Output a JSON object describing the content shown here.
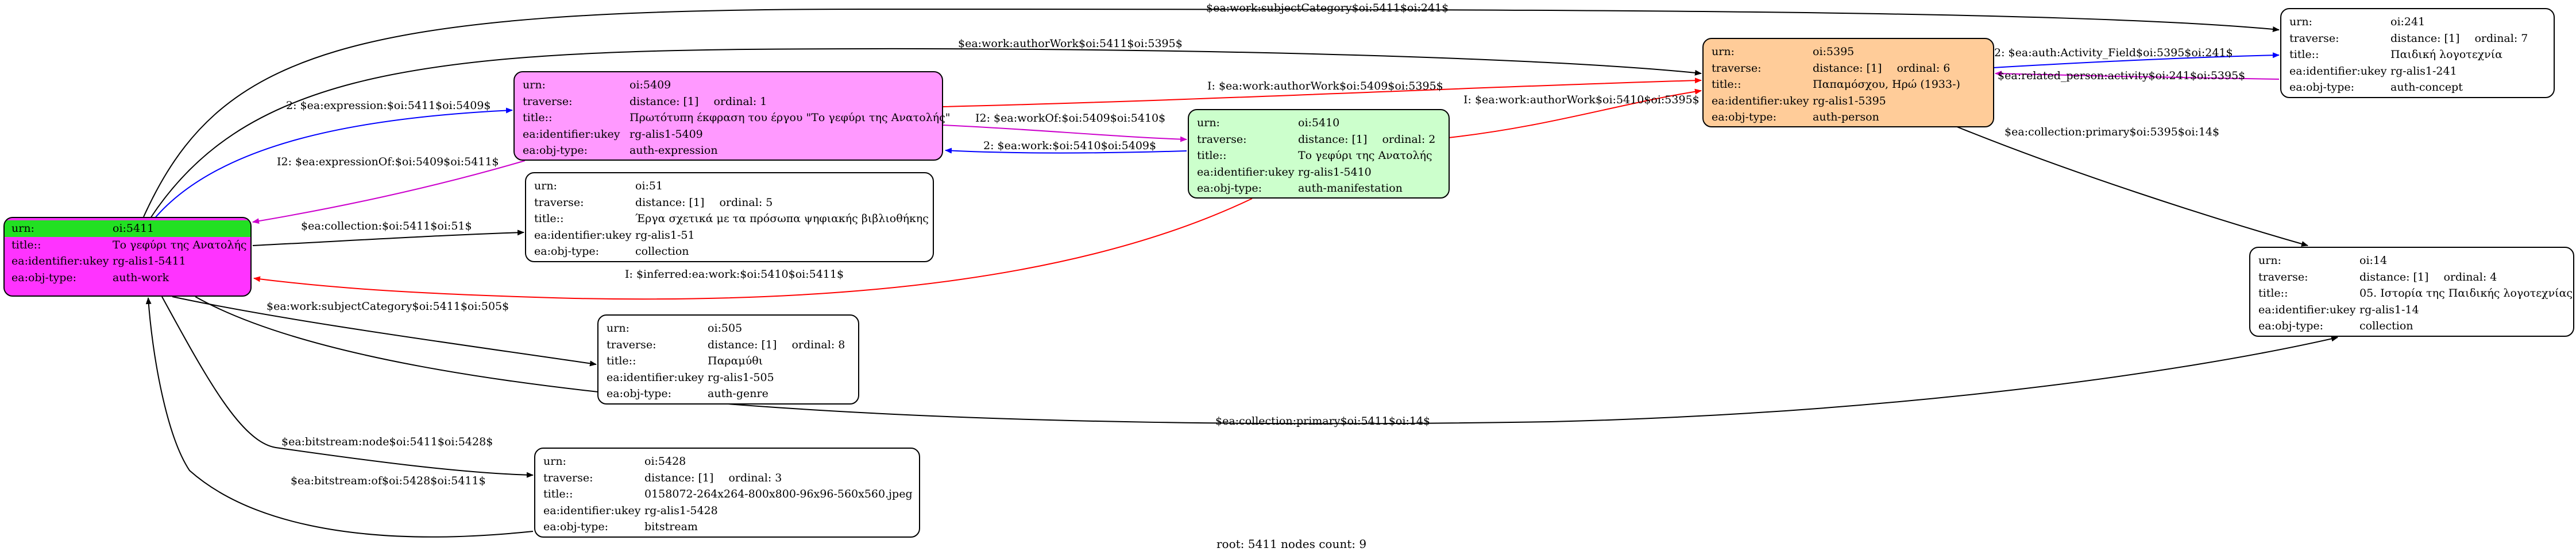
{
  "colors": {
    "work": "#ff33ff",
    "work_urn_band": "#22e022",
    "expression": "#ff99ff",
    "manifestation": "#ccffcc",
    "person": "#ffcc99",
    "default": "#ffffff",
    "edge_default": "#000000",
    "edge_red": "#ff0000",
    "edge_blue": "#0000ff",
    "edge_magenta": "#cc00cc"
  },
  "nodes": {
    "n5411": {
      "urn_label": "urn:",
      "urn": "oi:5411",
      "title_label": "title::",
      "title": "Το γεφύρι της Ανατολής",
      "ukey_label": "ea:identifier:ukey",
      "ukey": "rg-alis1-5411",
      "type_label": "ea:obj-type:",
      "type": "auth-work"
    },
    "n5409": {
      "urn_label": "urn:",
      "urn": "oi:5409",
      "trav_label": "traverse:",
      "trav": "distance: [1]",
      "ordinal": "ordinal: 1",
      "title_label": "title::",
      "title": "Πρωτότυπη έκφραση του έργου \"Το γεφύρι της Ανατολής\"",
      "ukey_label": "ea:identifier:ukey",
      "ukey": "rg-alis1-5409",
      "type_label": "ea:obj-type:",
      "type": "auth-expression"
    },
    "n51": {
      "urn_label": "urn:",
      "urn": "oi:51",
      "trav_label": "traverse:",
      "trav": "distance: [1]",
      "ordinal": "ordinal: 5",
      "title_label": "title::",
      "title": "Έργα σχετικά με τα πρόσωπα ψηφιακής βιβλιοθήκης",
      "ukey_label": "ea:identifier:ukey",
      "ukey": "rg-alis1-51",
      "type_label": "ea:obj-type:",
      "type": "collection"
    },
    "n505": {
      "urn_label": "urn:",
      "urn": "oi:505",
      "trav_label": "traverse:",
      "trav": "distance: [1]",
      "ordinal": "ordinal: 8",
      "title_label": "title::",
      "title": "Παραμύθι",
      "ukey_label": "ea:identifier:ukey",
      "ukey": "rg-alis1-505",
      "type_label": "ea:obj-type:",
      "type": "auth-genre"
    },
    "n5428": {
      "urn_label": "urn:",
      "urn": "oi:5428",
      "trav_label": "traverse:",
      "trav": "distance: [1]",
      "ordinal": "ordinal: 3",
      "title_label": "title::",
      "title": "0158072-264x264-800x800-96x96-560x560.jpeg",
      "ukey_label": "ea:identifier:ukey",
      "ukey": "rg-alis1-5428",
      "type_label": "ea:obj-type:",
      "type": "bitstream"
    },
    "n5410": {
      "urn_label": "urn:",
      "urn": "oi:5410",
      "trav_label": "traverse:",
      "trav": "distance: [1]",
      "ordinal": "ordinal: 2",
      "title_label": "title::",
      "title": "Το γεφύρι της Ανατολής",
      "ukey_label": "ea:identifier:ukey",
      "ukey": "rg-alis1-5410",
      "type_label": "ea:obj-type:",
      "type": "auth-manifestation"
    },
    "n5395": {
      "urn_label": "urn:",
      "urn": "oi:5395",
      "trav_label": "traverse:",
      "trav": "distance: [1]",
      "ordinal": "ordinal: 6",
      "title_label": "title::",
      "title": "Παπαμόσχου, Ηρώ (1933-)",
      "ukey_label": "ea:identifier:ukey",
      "ukey": "rg-alis1-5395",
      "type_label": "ea:obj-type:",
      "type": "auth-person"
    },
    "n241": {
      "urn_label": "urn:",
      "urn": "oi:241",
      "trav_label": "traverse:",
      "trav": "distance: [1]",
      "ordinal": "ordinal: 7",
      "title_label": "title::",
      "title": "Παιδική λογοτεχνία",
      "ukey_label": "ea:identifier:ukey",
      "ukey": "rg-alis1-241",
      "type_label": "ea:obj-type:",
      "type": "auth-concept"
    },
    "n14": {
      "urn_label": "urn:",
      "urn": "oi:14",
      "trav_label": "traverse:",
      "trav": "distance: [1]",
      "ordinal": "ordinal: 4",
      "title_label": "title::",
      "title": "05. Ιστορία της Παιδικής λογοτεχνίας",
      "ukey_label": "ea:identifier:ukey",
      "ukey": "rg-alis1-14",
      "type_label": "ea:obj-type:",
      "type": "collection"
    }
  },
  "edges": {
    "subjectCategory_241": "$ea:work:subjectCategory$oi:5411$oi:241$",
    "authorWork_5411": "$ea:work:authorWork$oi:5411$oi:5395$",
    "expression": "2: $ea:expression:$oi:5411$oi:5409$",
    "expressionOf": "I2: $ea:expressionOf:$oi:5409$oi:5411$",
    "authorWork_5409": "I: $ea:work:authorWork$oi:5409$oi:5395$",
    "workOf": "I2: $ea:workOf:$oi:5409$oi:5410$",
    "work_5410": "2: $ea:work:$oi:5410$oi:5409$",
    "authorWork_5410": "I: $ea:work:authorWork$oi:5410$oi:5395$",
    "activity": "2: $ea:auth:Activity_Field$oi:5395$oi:241$",
    "related_person": "I2: $ea:related_person:activity$oi:241$oi:5395$",
    "primary_5395": "$ea:collection:primary$oi:5395$oi:14$",
    "collection_51": "$ea:collection:$oi:5411$oi:51$",
    "inferred": "I: $inferred:ea:work:$oi:5410$oi:5411$",
    "subjectCategory_505": "$ea:work:subjectCategory$oi:5411$oi:505$",
    "primary_5411": "$ea:collection:primary$oi:5411$oi:14$",
    "bitstream_node": "$ea:bitstream:node$oi:5411$oi:5428$",
    "bitstream_of": "$ea:bitstream:of$oi:5428$oi:5411$"
  },
  "footer": "root: 5411 nodes count: 9"
}
